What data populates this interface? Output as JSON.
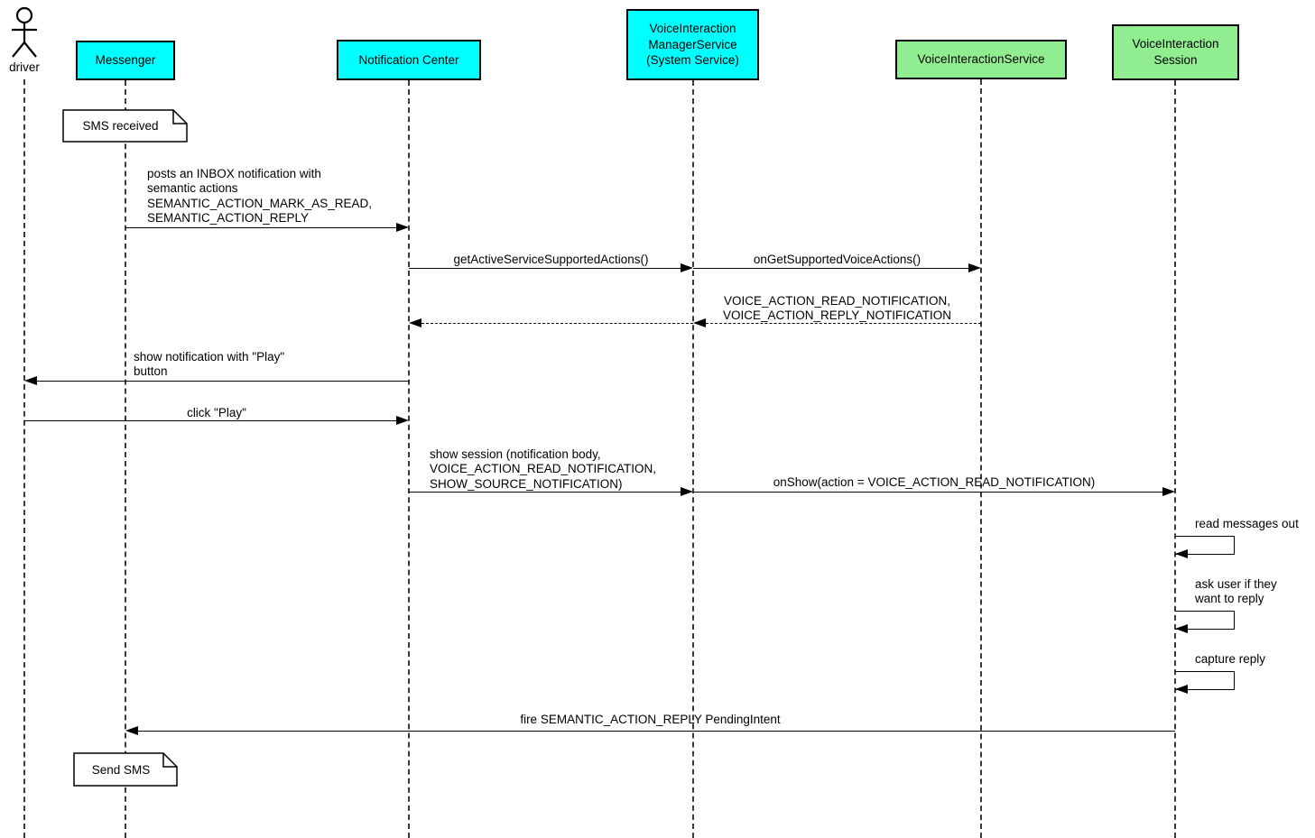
{
  "participants": [
    {
      "id": "driver",
      "label": "driver",
      "kind": "actor"
    },
    {
      "id": "messenger",
      "label": "Messenger",
      "kind": "system"
    },
    {
      "id": "notification-center",
      "label": "Notification Center",
      "kind": "system"
    },
    {
      "id": "voice-interaction-manager-service",
      "label": "VoiceInteraction\nManagerService\n(System Service)",
      "kind": "system"
    },
    {
      "id": "voice-interaction-service",
      "label": "VoiceInteractionService",
      "kind": "service"
    },
    {
      "id": "voice-interaction-session",
      "label": "VoiceInteraction\nSession",
      "kind": "service"
    }
  ],
  "notes": [
    {
      "text": "SMS received",
      "attached_to": "Messenger"
    },
    {
      "text": "Send SMS",
      "attached_to": "Messenger"
    }
  ],
  "messages": [
    {
      "label": "posts an INBOX notification with\nsemantic actions\nSEMANTIC_ACTION_MARK_AS_READ,\nSEMANTIC_ACTION_REPLY",
      "from": "Messenger",
      "to": "Notification Center",
      "style": "solid"
    },
    {
      "label": "getActiveServiceSupportedActions()",
      "from": "Notification Center",
      "to": "VoiceInteraction ManagerService",
      "style": "solid"
    },
    {
      "label": "onGetSupportedVoiceActions()",
      "from": "VoiceInteraction ManagerService",
      "to": "VoiceInteractionService",
      "style": "solid"
    },
    {
      "label": "VOICE_ACTION_READ_NOTIFICATION,\nVOICE_ACTION_REPLY_NOTIFICATION",
      "from": "VoiceInteractionService",
      "to": "Notification Center",
      "style": "dashed-return"
    },
    {
      "label": "show notification with \"Play\"\nbutton",
      "from": "Notification Center",
      "to": "driver",
      "style": "solid"
    },
    {
      "label": "click \"Play\"",
      "from": "driver",
      "to": "Notification Center",
      "style": "solid"
    },
    {
      "label": "show session (notification body,\nVOICE_ACTION_READ_NOTIFICATION,\nSHOW_SOURCE_NOTIFICATION)",
      "from": "Notification Center",
      "to": "VoiceInteraction ManagerService",
      "style": "solid"
    },
    {
      "label": "onShow(action = VOICE_ACTION_READ_NOTIFICATION)",
      "from": "VoiceInteraction ManagerService",
      "to": "VoiceInteraction Session",
      "style": "solid"
    },
    {
      "label": "read messages out",
      "from": "VoiceInteraction Session",
      "to": "VoiceInteraction Session",
      "style": "self"
    },
    {
      "label": "ask user if they\nwant to reply",
      "from": "VoiceInteraction Session",
      "to": "VoiceInteraction Session",
      "style": "self"
    },
    {
      "label": "capture reply",
      "from": "VoiceInteraction Session",
      "to": "VoiceInteraction Session",
      "style": "self"
    },
    {
      "label": "fire SEMANTIC_ACTION_REPLY PendingIntent",
      "from": "VoiceInteraction Session",
      "to": "Messenger",
      "style": "solid"
    }
  ],
  "colors": {
    "system_box": "#00ffff",
    "service_box": "#90ee90",
    "line": "#000000",
    "background": "#ffffff"
  }
}
